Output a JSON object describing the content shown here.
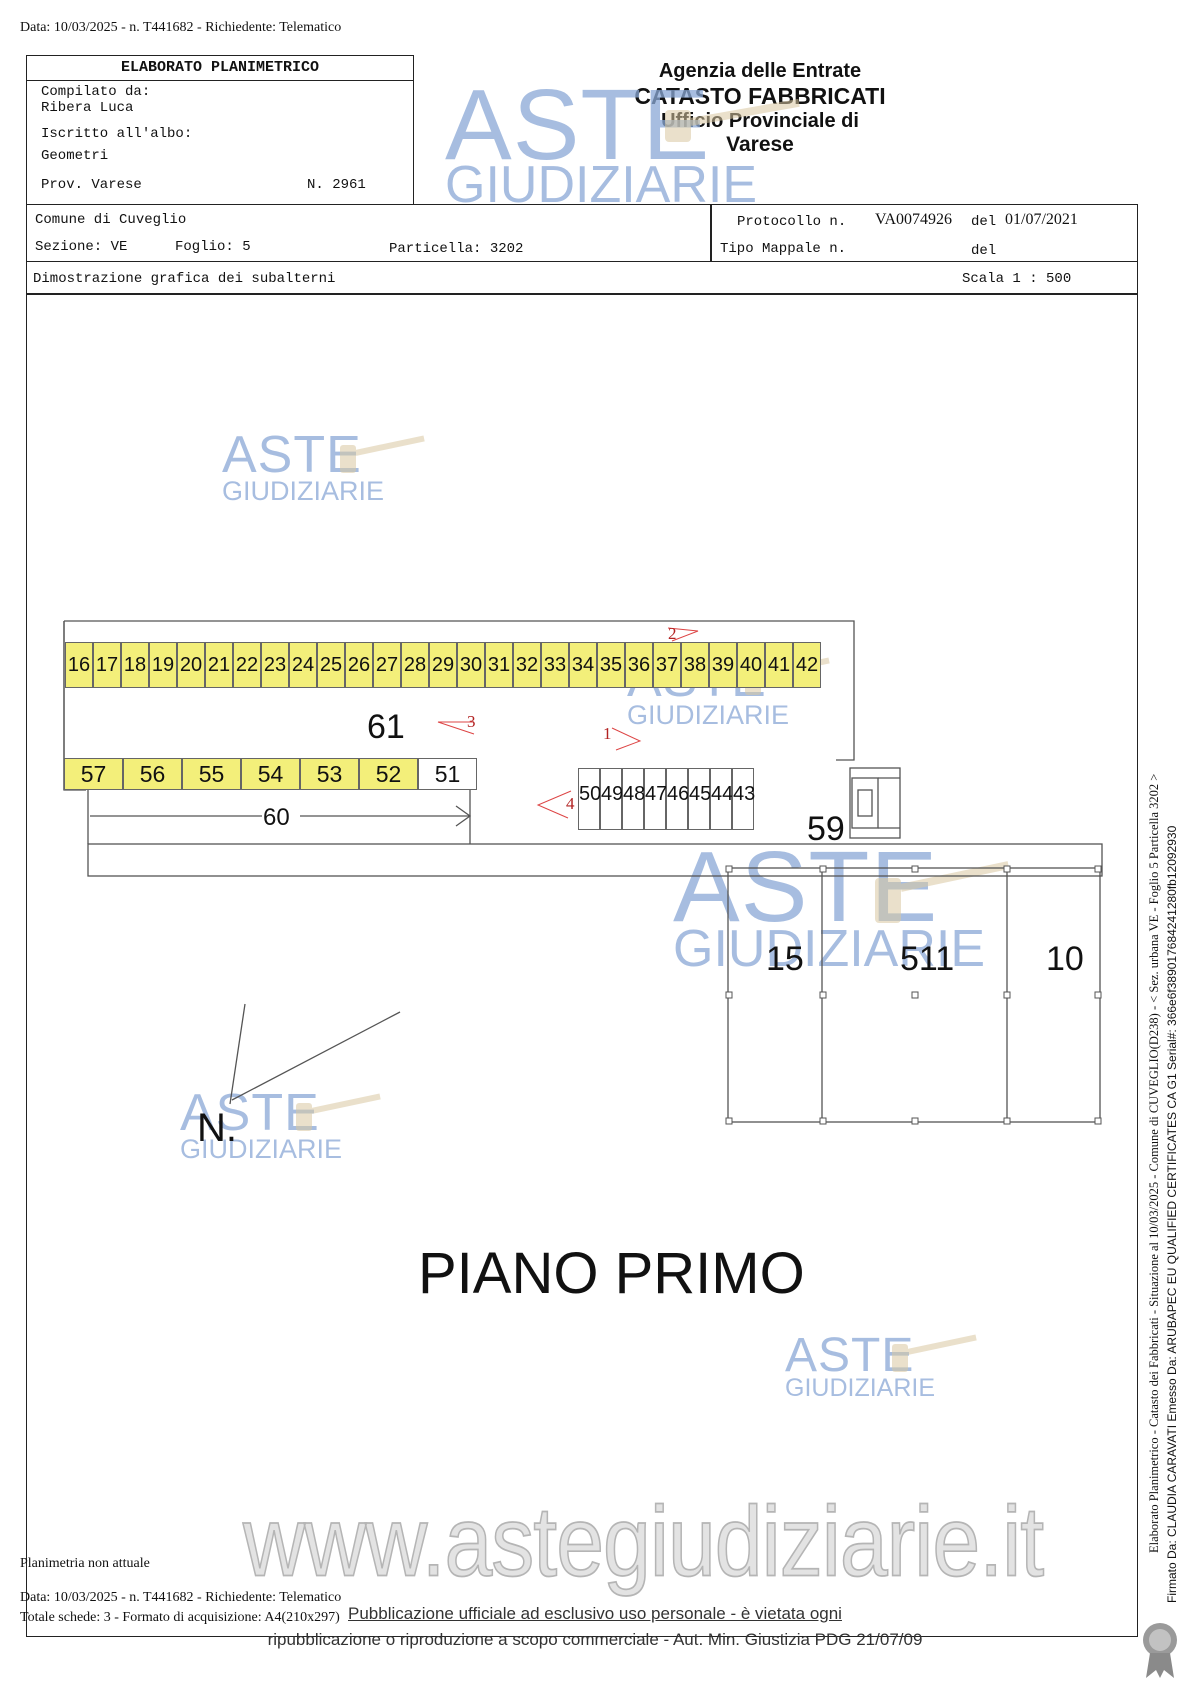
{
  "top_line": "Data: 10/03/2025 - n. T441682 - Richiedente: Telematico",
  "header": {
    "title": "ELABORATO PLANIMETRICO",
    "compilato_label": "Compilato da:",
    "compilato_name": "Ribera Luca",
    "albo_label": "Iscritto all'albo:",
    "albo_value": "Geometri",
    "prov_label": "Prov. Varese",
    "prov_number": "N. 2961",
    "agency_line1": "Agenzia delle Entrate",
    "agency_line2": "CATASTO FABBRICATI",
    "agency_line3": "Ufficio Provinciale di",
    "agency_line4": "Varese"
  },
  "info": {
    "comune": "Comune di Cuveglio",
    "protocollo_label": "Protocollo n.",
    "protocollo_value": "VA0074926",
    "del_label": "del",
    "protocollo_date": "01/07/2021",
    "sezione": "Sezione: VE",
    "foglio": "Foglio: 5",
    "particella": "Particella: 3202",
    "tipo_mappale": "Tipo Mappale n.",
    "tipo_del": "del",
    "dimostrazione": "Dimostrazione grafica dei subalterni",
    "scala": "Scala 1 : 500"
  },
  "plan": {
    "top_row": [
      "16",
      "17",
      "18",
      "19",
      "20",
      "21",
      "22",
      "23",
      "24",
      "25",
      "26",
      "27",
      "28",
      "29",
      "30",
      "31",
      "32",
      "33",
      "34",
      "35",
      "36",
      "37",
      "38",
      "39",
      "40",
      "41",
      "42"
    ],
    "mid_row": [
      "57",
      "56",
      "55",
      "54",
      "53",
      "52",
      "51"
    ],
    "mid_row_highlighted": 6,
    "right_row": [
      "50",
      "49",
      "48",
      "47",
      "46",
      "45",
      "44",
      "43"
    ],
    "label_61": "61",
    "label_60": "60",
    "label_59": "59",
    "bottom_units": [
      "15",
      "511",
      "10"
    ],
    "arrows": [
      "1",
      "2",
      "3",
      "4"
    ],
    "north": "N.",
    "floor_title": "PIANO PRIMO"
  },
  "watermark": {
    "word1": "ASTE",
    "word2": "GIUDIZIARIE",
    "url": "www.astegiudiziarie.it"
  },
  "footer": {
    "non_attuale": "Planimetria non attuale",
    "data_line": "Data: 10/03/2025 - n. T441682 - Richiedente: Telematico",
    "totale": "Totale schede: 3 - Formato di acquisizione: A4(210x297)",
    "pub_line1": "Pubblicazione ufficiale ad esclusivo uso personale - è vietata ogni",
    "pub_line2": "ripubblicazione o riproduzione a scopo commerciale - Aut. Min. Giustizia PDG 21/07/09"
  },
  "side": {
    "line1": "Elaborato Planimetrico - Catasto dei Fabbricati - Situazione al 10/03/2025 - Comune di CUVEGLIO(D238) - < Sez. urbana VE - Foglio 5 Particella 3202 >",
    "line2": "Firmato Da: CLAUDIA CARAVATI Emesso Da: ARUBAPEC EU QUALIFIED CERTIFICATES CA G1 Serial#: 366e6f389017684241280fb12092930"
  }
}
